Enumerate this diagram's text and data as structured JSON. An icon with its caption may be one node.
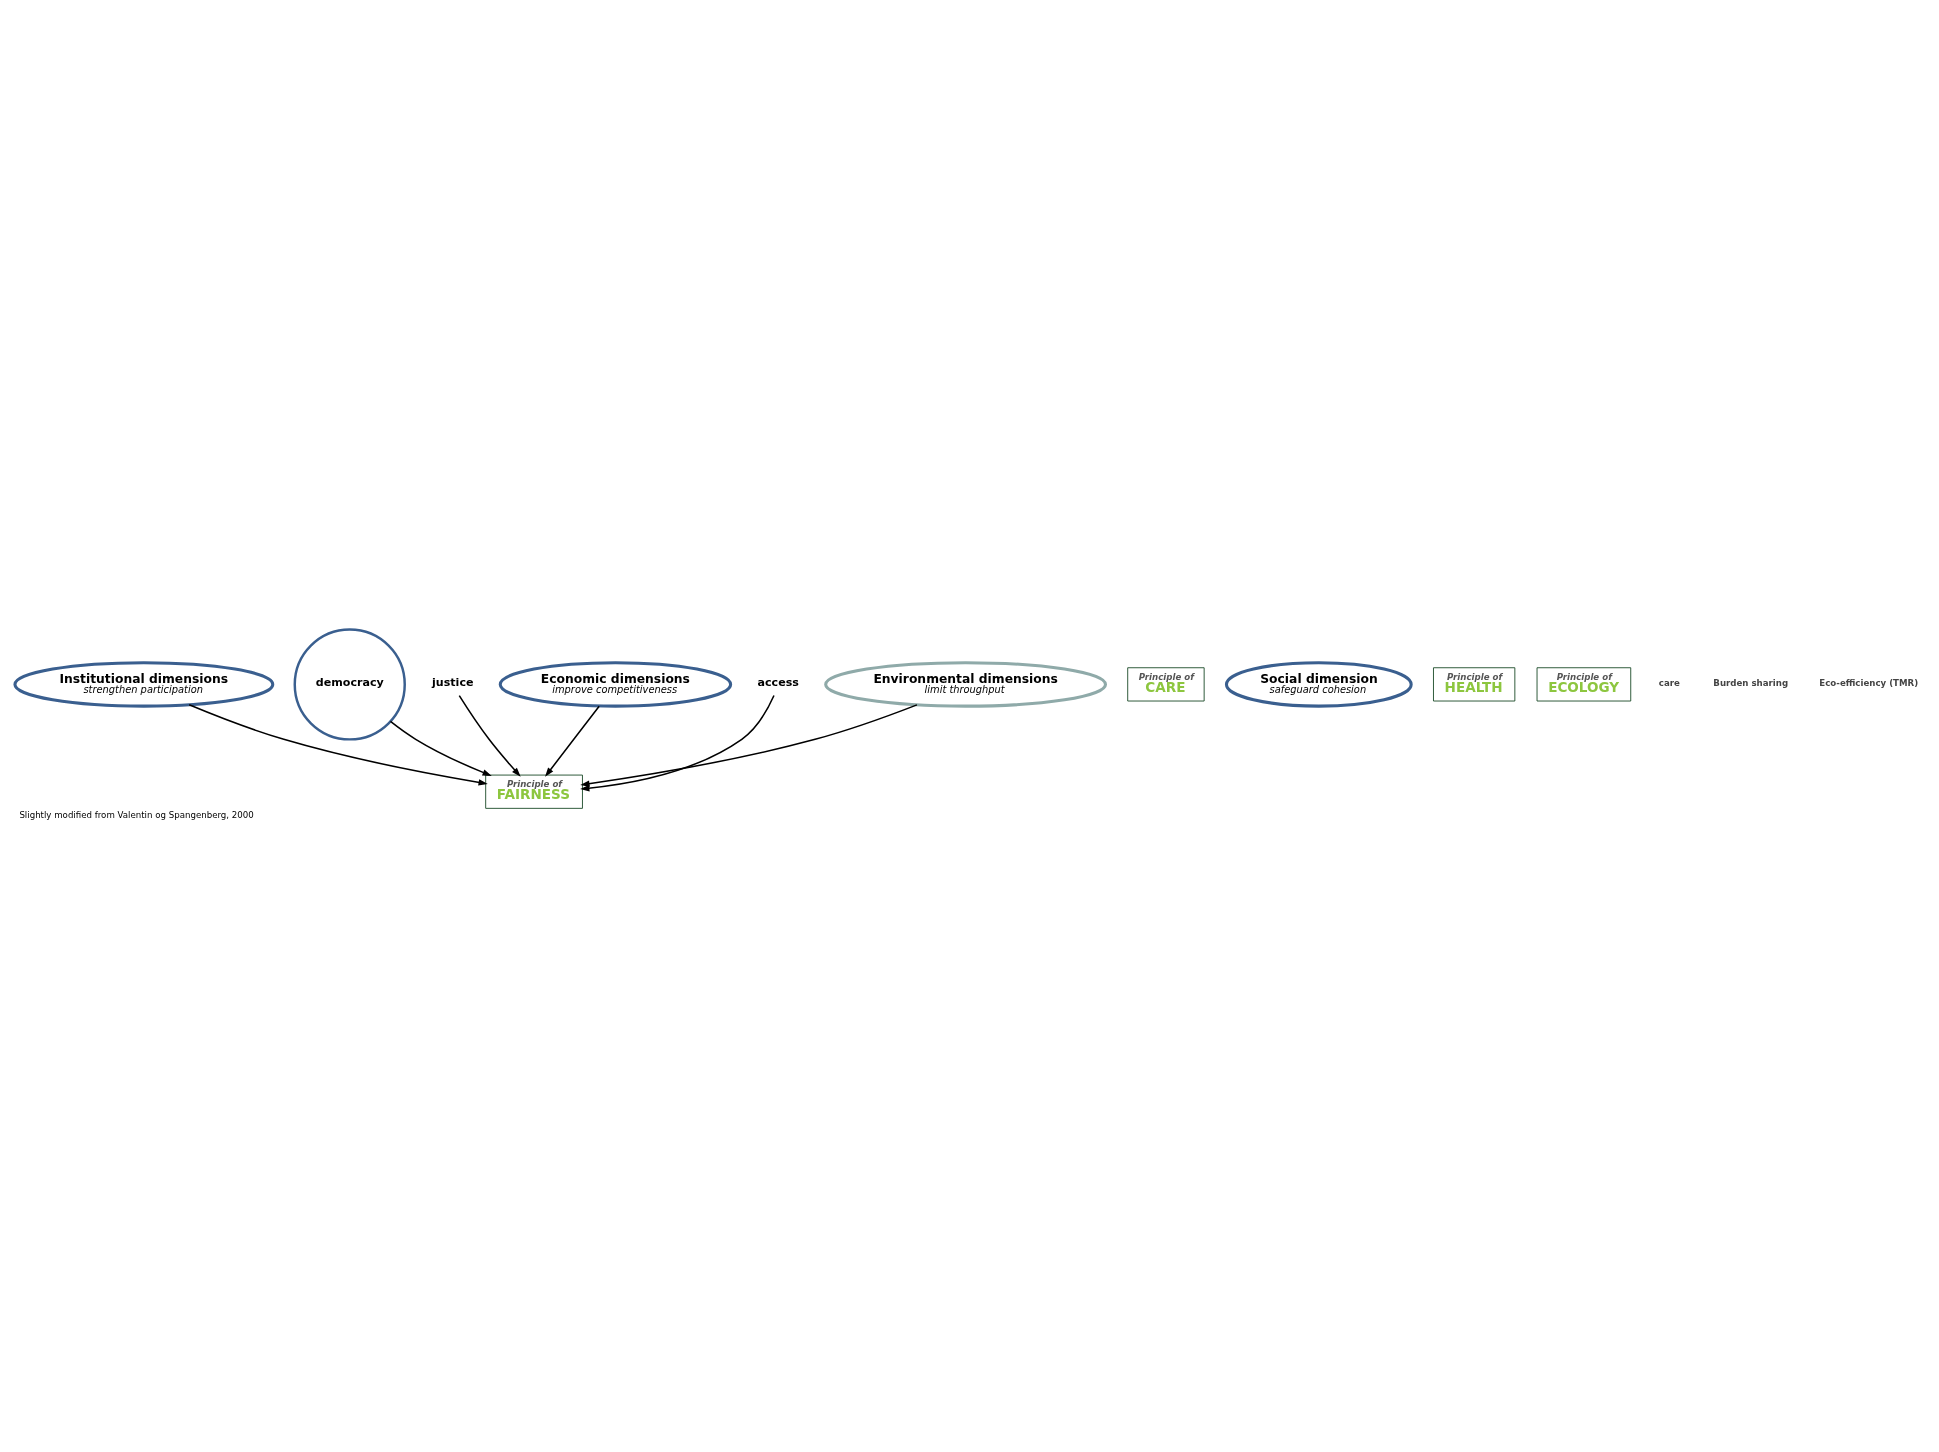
{
  "diagram": {
    "caption": "Slightly modified from Valentin og Spangenberg, 2000",
    "nodes": [
      {
        "text": [
          "Institutional dimensions",
          "strengthen participation"
        ]
      },
      {
        "text": [
          "Principle of",
          "FAIRNESS"
        ]
      },
      {
        "text": [
          "Principle of",
          "CARE"
        ]
      },
      {
        "text": [
          "democracy"
        ]
      },
      {
        "text": [
          "justice"
        ]
      },
      {
        "text": [
          "Social dimension",
          "safeguard cohesion"
        ]
      },
      {
        "text": [
          "Economic dimensions",
          "improve competitiveness"
        ]
      },
      {
        "text": [
          "access"
        ]
      },
      {
        "text": [
          "Environmental dimensions",
          "limit throughput"
        ]
      },
      {
        "text": [
          "Principle of",
          "HEALTH"
        ]
      },
      {
        "text": [
          "Principle of",
          "ECOLOGY"
        ]
      }
    ],
    "edges": [
      {
        "from": 0,
        "to": 1,
        "arrow": "to"
      },
      {
        "from": 3,
        "to": 1,
        "arrow": "to"
      },
      {
        "from": 4,
        "to": 1,
        "arrow": "to"
      },
      {
        "from": 7,
        "to": 1,
        "arrow": "to"
      },
      {
        "from": 8,
        "to": 1,
        "arrow": "to"
      },
      {
        "from": 6,
        "to": 1,
        "arrow": "to"
      }
    ],
    "labels": [
      "care",
      "Burden sharing",
      "Eco-efficiency (TMR)"
    ]
  }
}
